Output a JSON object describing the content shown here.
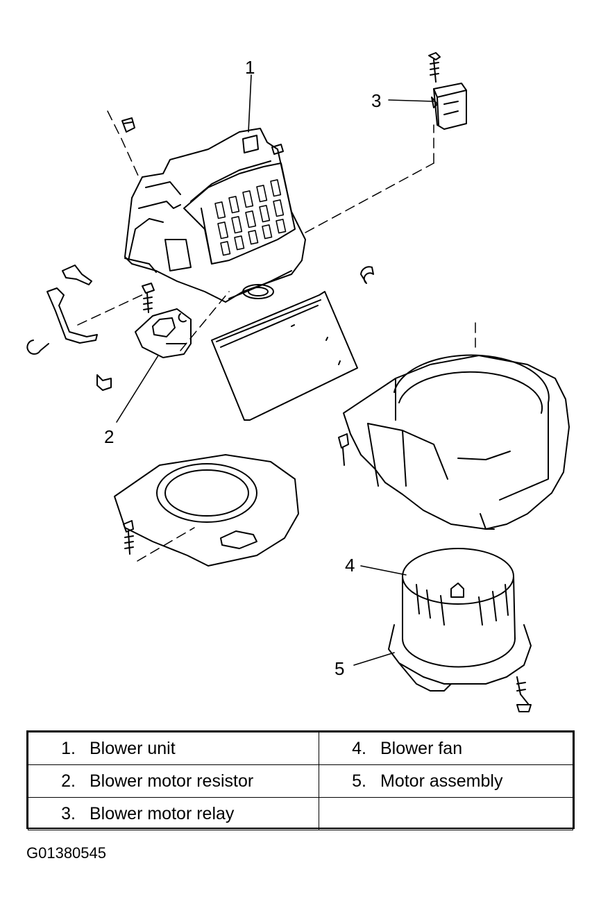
{
  "callouts": [
    "1",
    "2",
    "3",
    "4",
    "5"
  ],
  "legend": {
    "rows": [
      {
        "left": {
          "num": "1.",
          "label": "Blower unit"
        },
        "right": {
          "num": "4.",
          "label": "Blower fan"
        }
      },
      {
        "left": {
          "num": "2.",
          "label": "Blower motor resistor"
        },
        "right": {
          "num": "5.",
          "label": "Motor assembly"
        }
      },
      {
        "left": {
          "num": "3.",
          "label": "Blower motor relay"
        },
        "right": {
          "num": "",
          "label": ""
        }
      }
    ]
  },
  "figure_code": "G01380545"
}
